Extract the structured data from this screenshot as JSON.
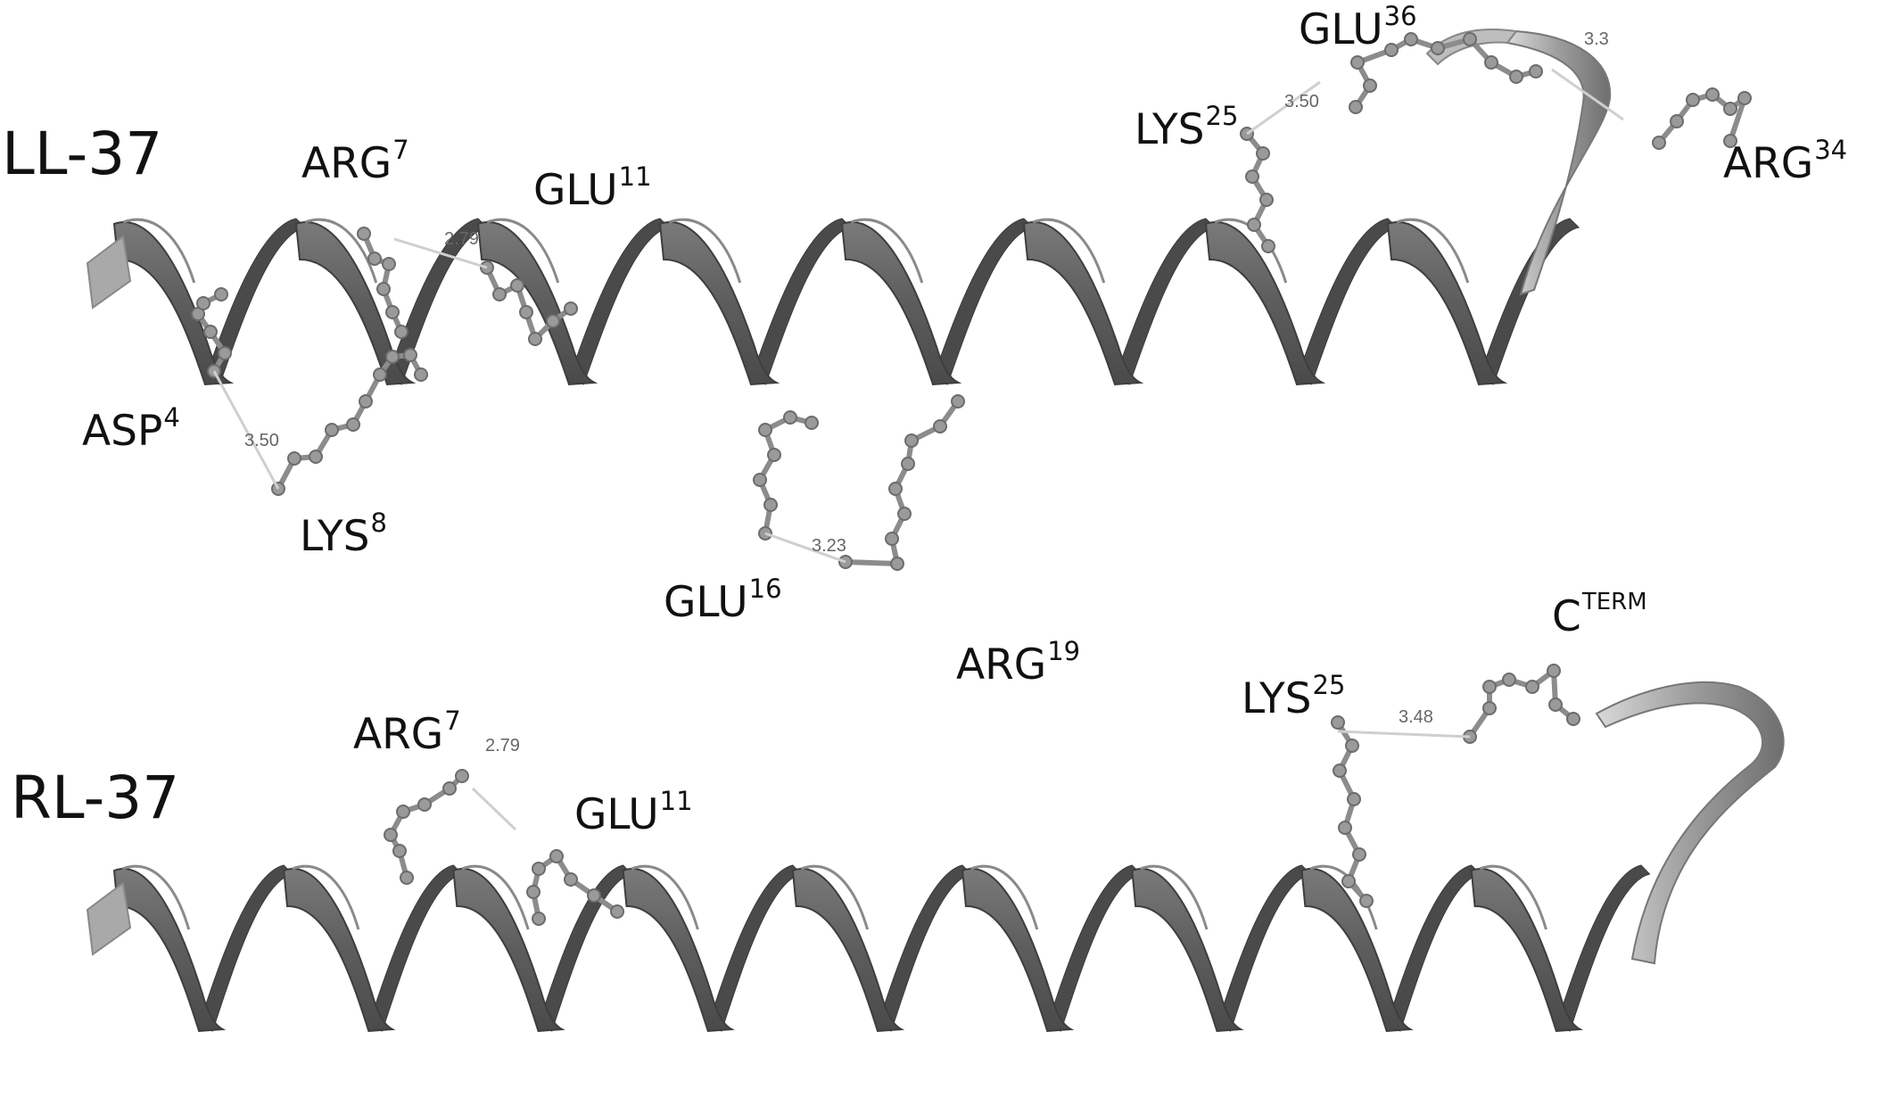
{
  "panels": {
    "top": {
      "title": "LL-37",
      "residues": [
        {
          "name": "ARG",
          "num": "7"
        },
        {
          "name": "GLU",
          "num": "11"
        },
        {
          "name": "ASP",
          "num": "4"
        },
        {
          "name": "LYS",
          "num": "8"
        },
        {
          "name": "GLU",
          "num": "16"
        },
        {
          "name": "ARG",
          "num": "19"
        },
        {
          "name": "LYS",
          "num": "25"
        },
        {
          "name": "GLU",
          "num": "36"
        },
        {
          "name": "ARG",
          "num": "34"
        }
      ],
      "distances": [
        "2.79",
        "3.50",
        "3.23",
        "3.50",
        "3.3"
      ]
    },
    "bottom": {
      "title": "RL-37",
      "residues": [
        {
          "name": "ARG",
          "num": "7"
        },
        {
          "name": "GLU",
          "num": "11"
        },
        {
          "name": "LYS",
          "num": "25"
        },
        {
          "name": "C",
          "num": "TERM"
        }
      ],
      "distances": [
        "2.79",
        "3.48"
      ]
    }
  },
  "colors": {
    "helix_dark": "#5f5f5f",
    "helix_light": "#a9a9a9",
    "stick": "#8c8c8c",
    "text": "#111111"
  }
}
